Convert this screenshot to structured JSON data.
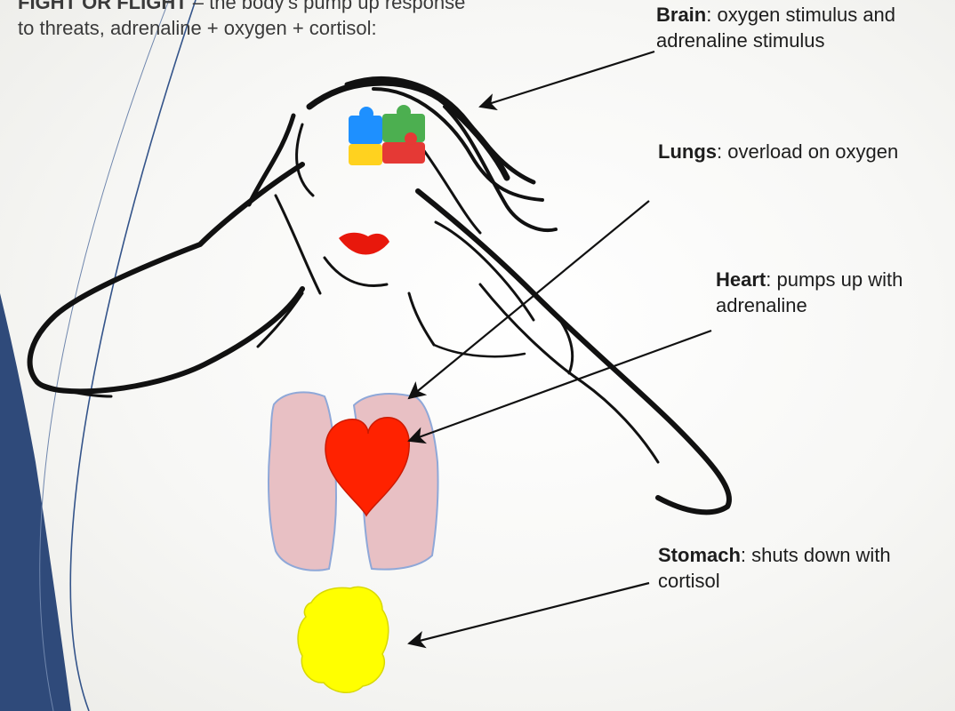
{
  "header": {
    "line1_bold": "FIGHT OR FLIGHT",
    "line1_rest": " – the body’s pump up response",
    "line2": "to threats, adrenaline + oxygen + cortisol:"
  },
  "labels": {
    "brain": {
      "term": "Brain",
      "text": ": oxygen stimulus and adrenaline stimulus"
    },
    "lungs": {
      "term": "Lungs",
      "text": ": overload on oxygen"
    },
    "heart": {
      "term": "Heart",
      "text": ": pumps up with adrenaline"
    },
    "stomach": {
      "term": "Stomach",
      "text": ": shuts down with cortisol"
    }
  },
  "colors": {
    "outline": "#111111",
    "lungs_fill": "#e8c0c4",
    "lungs_edge": "#8fa8d8",
    "heart": "#ff2200",
    "lips": "#e8180c",
    "stomach": "#ffff00",
    "puzzle_blue": "#1e90ff",
    "puzzle_green": "#4caf50",
    "puzzle_yellow": "#ffd21f",
    "puzzle_red": "#e53935",
    "frame_blue": "#2f4a7a"
  },
  "icons": [
    "puzzle-brain-icon",
    "heart-icon",
    "lungs-icon",
    "stomach-icon",
    "lips-icon"
  ]
}
